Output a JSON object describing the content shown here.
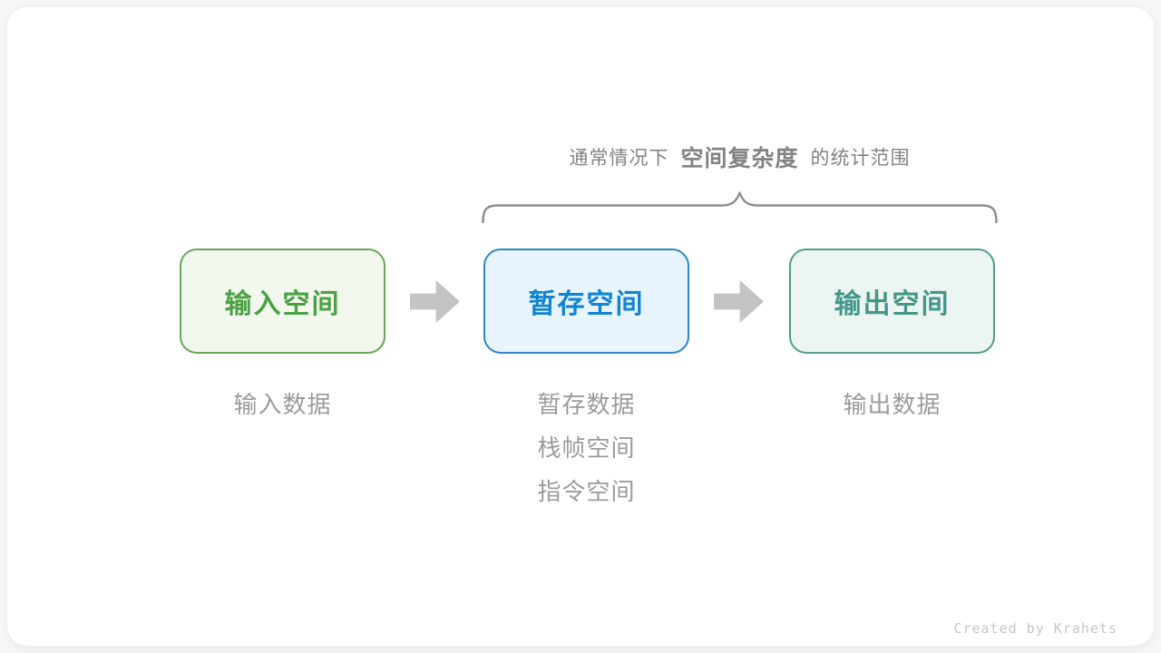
{
  "annotation": {
    "prefix": "通常情况下",
    "highlight": "空间复杂度",
    "suffix": "的统计范围"
  },
  "boxes": [
    {
      "label": "输入空间",
      "theme": "green"
    },
    {
      "label": "暂存空间",
      "theme": "blue"
    },
    {
      "label": "输出空间",
      "theme": "teal"
    }
  ],
  "notes": [
    {
      "lines": [
        "输入数据"
      ]
    },
    {
      "lines": [
        "暂存数据",
        "栈帧空间",
        "指令空间"
      ]
    },
    {
      "lines": [
        "输出数据"
      ]
    }
  ],
  "credit": "Created by Krahets",
  "colors": {
    "green-border": "#68a559",
    "green-text": "#4ba143",
    "green-bg": "#f2f8ee",
    "blue-border": "#2e86c7",
    "blue-text": "#1184d1",
    "blue-bg": "#e7f3fd",
    "teal-border": "#519c8c",
    "teal-text": "#43978a",
    "teal-bg": "#edf5f2",
    "gray-text": "#838383",
    "gray-brace": "#8e8e8e",
    "gray-arrow": "#c4c4c4",
    "gray-note": "#9b9b9b",
    "gray-credit": "#c6c6c6"
  }
}
